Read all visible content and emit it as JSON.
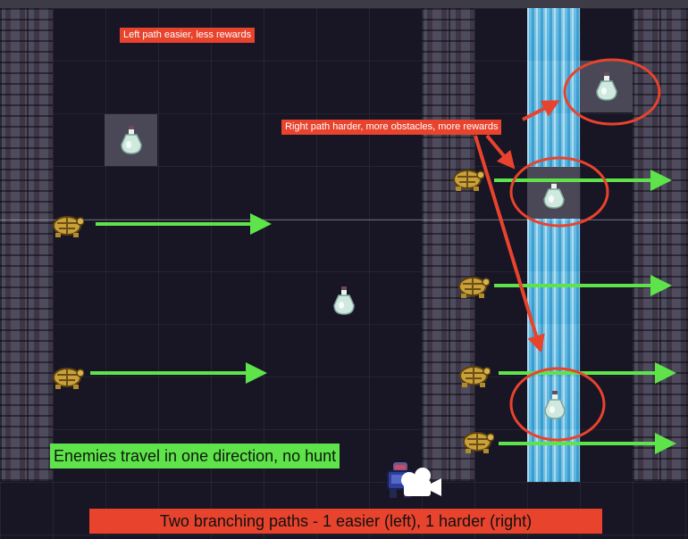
{
  "annotations": {
    "left_path": "Left path easier, less rewards",
    "right_path": "Right path harder, more obstacles, more rewards",
    "enemies": "Enemies travel in one direction, no hunt",
    "summary": "Two branching paths - 1 easier (left), 1 harder (right)"
  },
  "colors": {
    "annotation_red": "#e8432d",
    "annotation_green": "#5ee44a",
    "background": "#181524",
    "water": "#3fa6d6"
  },
  "icons": {
    "potion": "potion-icon",
    "enemy": "turtle-enemy-icon",
    "player": "player-knight-icon",
    "camera": "camera-icon"
  }
}
